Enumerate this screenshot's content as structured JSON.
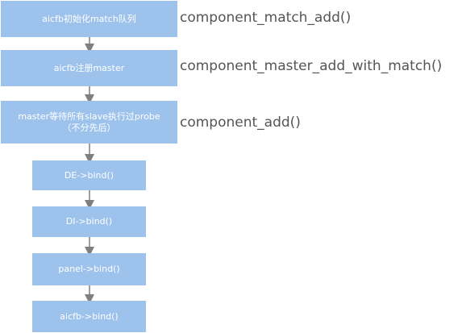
{
  "steps": [
    {
      "label": "aicfb初始化match队列",
      "function": "component_match_add()"
    },
    {
      "label": "aicfb注册master",
      "function": "component_master_add_with_match()"
    },
    {
      "label": "master等待所有slave执行过probe",
      "sublabel": "（不分先后）",
      "function": "component_add()"
    },
    {
      "label": "DE->bind()"
    },
    {
      "label": "DI->bind()"
    },
    {
      "label": "panel->bind()"
    },
    {
      "label": "aicfb->bind()"
    }
  ],
  "colors": {
    "box": "#9dc3ec",
    "box_text": "#ffffff",
    "arrow": "#7f7f7f",
    "function_text": "#555555"
  }
}
